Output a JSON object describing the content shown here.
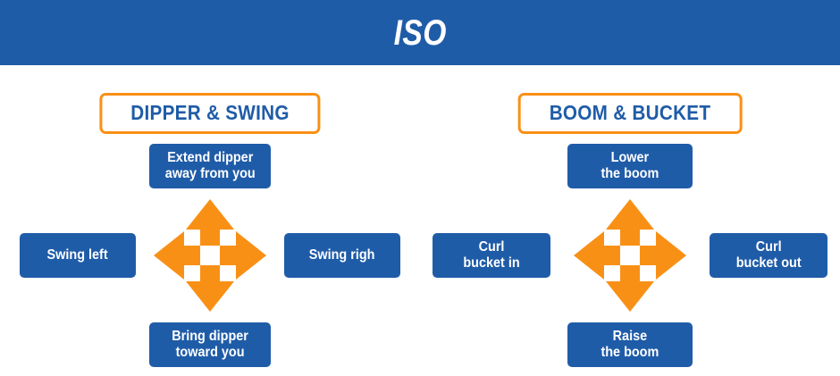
{
  "header": {
    "title": "ISO",
    "background_color": "#1f5ca8",
    "text_color": "#ffffff"
  },
  "theme": {
    "blue": "#1f5ca8",
    "orange": "#f99016",
    "white": "#ffffff"
  },
  "panels": [
    {
      "id": "dipper-swing",
      "title": "DIPPER & SWING",
      "top": "Extend dipper\naway from you",
      "left": "Swing left",
      "right": "Swing righ",
      "bottom": "Bring dipper\ntoward you"
    },
    {
      "id": "boom-bucket",
      "title": "BOOM & BUCKET",
      "top": "Lower\nthe boom",
      "left": "Curl\nbucket in",
      "right": "Curl\nbucket out",
      "bottom": "Raise\nthe boom"
    }
  ],
  "icons": {
    "four-way-arrow": "four-way-arrow-icon"
  }
}
